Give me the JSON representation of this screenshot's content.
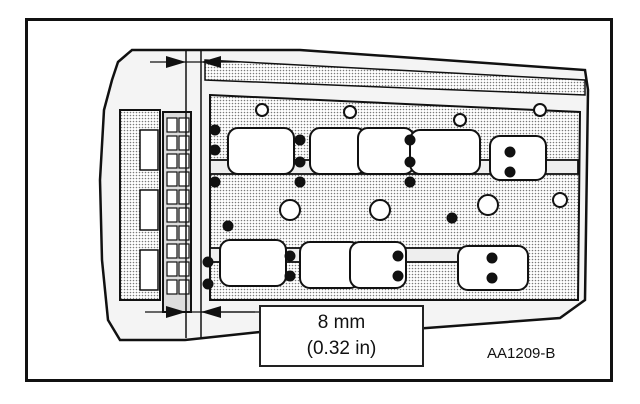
{
  "callout": {
    "measurement_mm": "8 mm",
    "measurement_in": "(0.32 in)"
  },
  "figure_id": "AA1209-B",
  "colors": {
    "ink": "#111111",
    "background": "#ffffff",
    "halftone": "#9a9a9a"
  }
}
